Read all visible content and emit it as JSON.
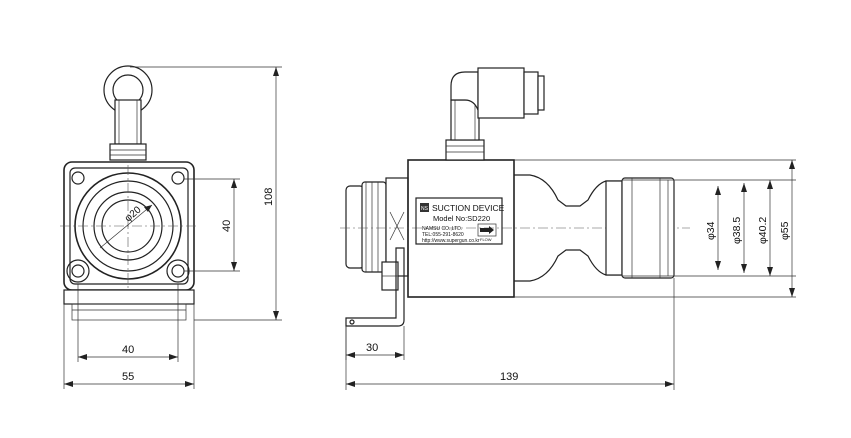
{
  "dimensions": {
    "front_height": "108",
    "front_bolt_spacing_vertical": "40",
    "front_bolt_spacing_horizontal": "40",
    "front_width": "55",
    "front_bore_diameter": "φ20",
    "side_bracket": "30",
    "side_length": "139",
    "side_d1": "φ34",
    "side_d2": "φ38.5",
    "side_d3": "φ40.2",
    "side_d4": "φ55"
  },
  "label_plate": {
    "logo": "NS",
    "title": "SUCTION DEVICE",
    "model": "Model No:SD220",
    "company": "NAMSU CO.,LTD.",
    "tel": "TEL:055-291-8620",
    "web": "http://www.supergun.co.kr",
    "flow_text": "FLOW"
  }
}
